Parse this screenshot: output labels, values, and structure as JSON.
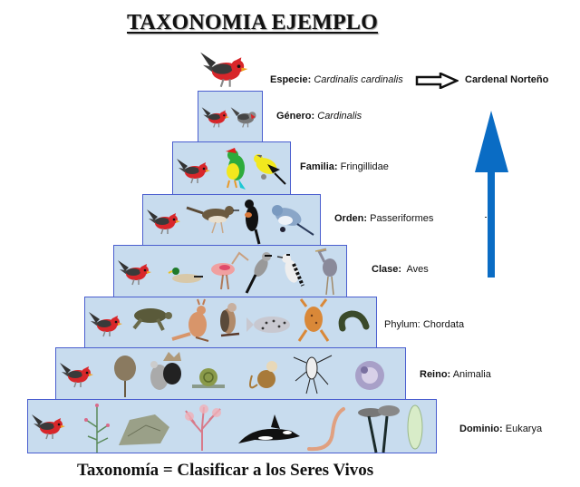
{
  "title": "TAXONOMIA EJEMPLO",
  "footer": "Taxonomía = Clasificar a los Seres Vivos",
  "colors": {
    "tier_fill": "#c8dcee",
    "tier_border": "#4a5ecf",
    "up_arrow": "#0a6cc4",
    "text": "#111111"
  },
  "species": {
    "rank": "Especie:",
    "name": "Cardinalis cardinalis",
    "arrow_icon": "hollow-right-arrow",
    "common_name": "Cardenal Norteño"
  },
  "hierarchy_arrow_icon": "blue-up-arrow",
  "tiers": [
    {
      "rank": "Género:",
      "name": "Cardinalis",
      "italic": true,
      "organisms": [
        "northern cardinal",
        "pyrrhuloxia"
      ]
    },
    {
      "rank": "Familia:",
      "name": "Fringillidae",
      "italic": false,
      "organisms": [
        "northern cardinal",
        "painted bunting",
        "american goldfinch"
      ]
    },
    {
      "rank": "Orden:",
      "name": "Passeriformes",
      "italic": false,
      "organisms": [
        "northern cardinal",
        "thrush",
        "red-winged blackbird",
        "blue warbler"
      ]
    },
    {
      "rank": "Clase:",
      "name": "Aves",
      "italic": false,
      "organisms": [
        "northern cardinal",
        "mallard duck",
        "roseate spoonbill",
        "shrike",
        "woodpecker",
        "heron"
      ]
    },
    {
      "rank": "Phylum:",
      "name": "Chordata",
      "italic": false,
      "organisms": [
        "northern cardinal",
        "sea turtle",
        "kangaroo",
        "hawk",
        "grouper fish",
        "frog",
        "salamander"
      ]
    },
    {
      "rank": "Reino:",
      "name": "Animalia",
      "italic": false,
      "organisms": [
        "northern cardinal",
        "horseshoe crab",
        "sage grouse",
        "snail",
        "squirrel monkey",
        "beetle",
        "sea anemone"
      ]
    },
    {
      "rank": "Dominio:",
      "name": "Eukarya",
      "italic": false,
      "organisms": [
        "northern cardinal",
        "flowering plant",
        "lichen rock",
        "red algae",
        "orca",
        "earthworm",
        "mushrooms",
        "paramecium"
      ]
    }
  ]
}
